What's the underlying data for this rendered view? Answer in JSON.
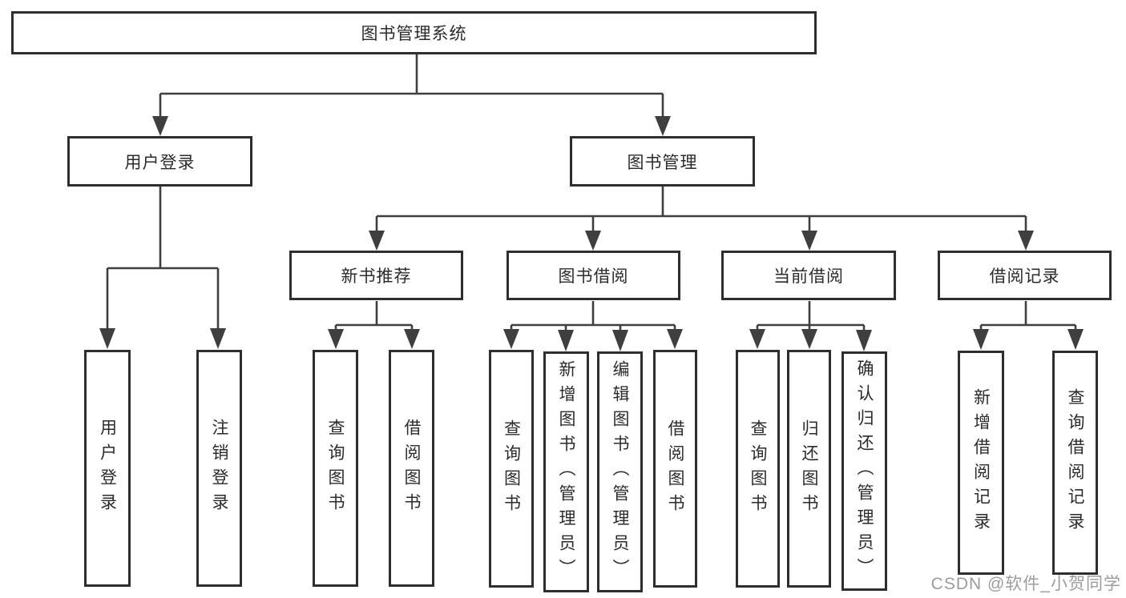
{
  "nodes": {
    "root": "图书管理系统",
    "level2": [
      "用户登录",
      "图书管理"
    ],
    "level3": [
      "新书推荐",
      "图书借阅",
      "当前借阅",
      "借阅记录"
    ],
    "leaves": {
      "user_login": [
        "用户登录",
        "注销登录"
      ],
      "new_book_recommend": [
        "查询图书",
        "借阅图书"
      ],
      "book_borrow": [
        "查询图书",
        "新增图书（管理员）",
        "编辑图书（管理员）",
        "借阅图书"
      ],
      "current_borrow": [
        "查询图书",
        "归还图书",
        "确认归还（管理员）"
      ],
      "borrow_records": [
        "新增借阅记录",
        "查询借阅记录"
      ]
    }
  },
  "watermark": "CSDN @软件_小贺同学",
  "colors": {
    "line": "#3f3f3f",
    "border": "#2e2e2e",
    "text": "#2b2b2b",
    "watermark": "#9c9c9c",
    "background": "#ffffff"
  }
}
